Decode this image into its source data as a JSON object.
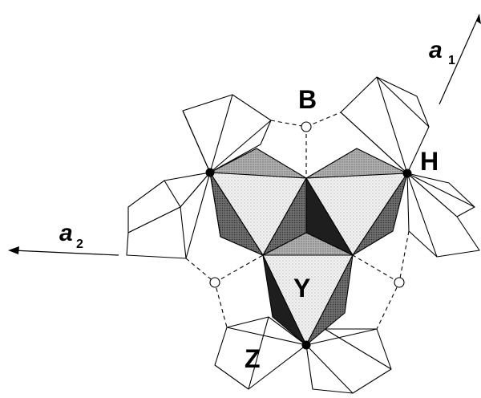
{
  "labels": {
    "b": "B",
    "h": "H",
    "y": "Y",
    "z": "Z",
    "a1_letter": "a",
    "a1_sub": "1",
    "a2_letter": "a",
    "a2_sub": "2"
  },
  "colors": {
    "outline": "#000000",
    "light_fill": "#ffffff",
    "stipple_light": "#dedede",
    "stipple_mid": "#9a9a9a",
    "stipple_dark": "#555555",
    "solid_dark": "#1e1e1e"
  }
}
